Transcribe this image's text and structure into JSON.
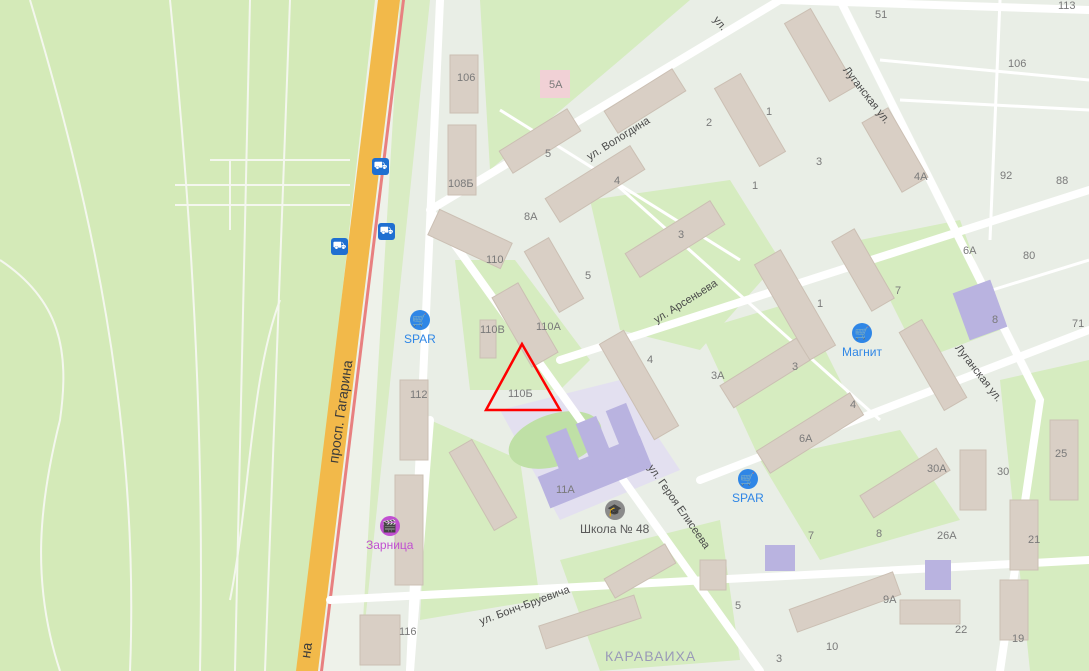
{
  "streets": {
    "gagarina": "просп. Гагарина",
    "gagarina_bottom": "на",
    "vologdina": "ул. Вологдина",
    "arsenyeva": "ул. Арсеньева",
    "geroya_eliseeva": "ул. Героя Елисеева",
    "bonch": "ул. Бонч-Бруевича",
    "luganskaya_top": "Луганская ул.",
    "luganskaya_mid": "Луганская ул.",
    "top_ul": "ул."
  },
  "district": "КАРАВАИХА",
  "pois": {
    "spar_left": "SPAR",
    "spar_right": "SPAR",
    "magnit": "Магнит",
    "school": "Школа № 48",
    "zarnitsa": "Зарница"
  },
  "houses": {
    "h106": "106",
    "h5a": "5А",
    "h5": "5",
    "h108b": "108Б",
    "h8a": "8А",
    "h4": "4",
    "h2": "2",
    "h1": "1",
    "h3": "3",
    "h1b": "1",
    "h4a": "4А",
    "h92": "92",
    "h88": "88",
    "h106r": "106",
    "h51": "51",
    "h110": "110",
    "h110v": "110В",
    "h110a": "110А",
    "h110b": "110Б",
    "h112": "112",
    "h5b": "5",
    "h3b": "3",
    "h6a": "6А",
    "h80": "80",
    "h7": "7",
    "h8": "8",
    "h71": "71",
    "h1c": "1",
    "h4b": "4",
    "h3a": "3А",
    "h3c": "3",
    "h4c": "4",
    "h6ab": "6А",
    "h30a": "30А",
    "h30": "30",
    "h25": "25",
    "h11a": "11А",
    "h7b": "7",
    "h8b": "8",
    "h26a": "26А",
    "h21": "21",
    "h9a": "9А",
    "h22": "22",
    "h19": "19",
    "h5c": "5",
    "h10": "10",
    "h3d": "3",
    "h116": "116",
    "h113": "113"
  },
  "colors": {
    "highway": "#f2b94a",
    "park": "#cfe6b0",
    "building": "#d8cdc2",
    "marker": "#ff0000",
    "shop": "#2f86e6",
    "cinema": "#c14fd1"
  },
  "icons": {
    "shop": "shopping-basket-icon",
    "school": "graduation-cap-icon",
    "cinema": "cinema-icon",
    "bus": "bus-stop-icon"
  }
}
